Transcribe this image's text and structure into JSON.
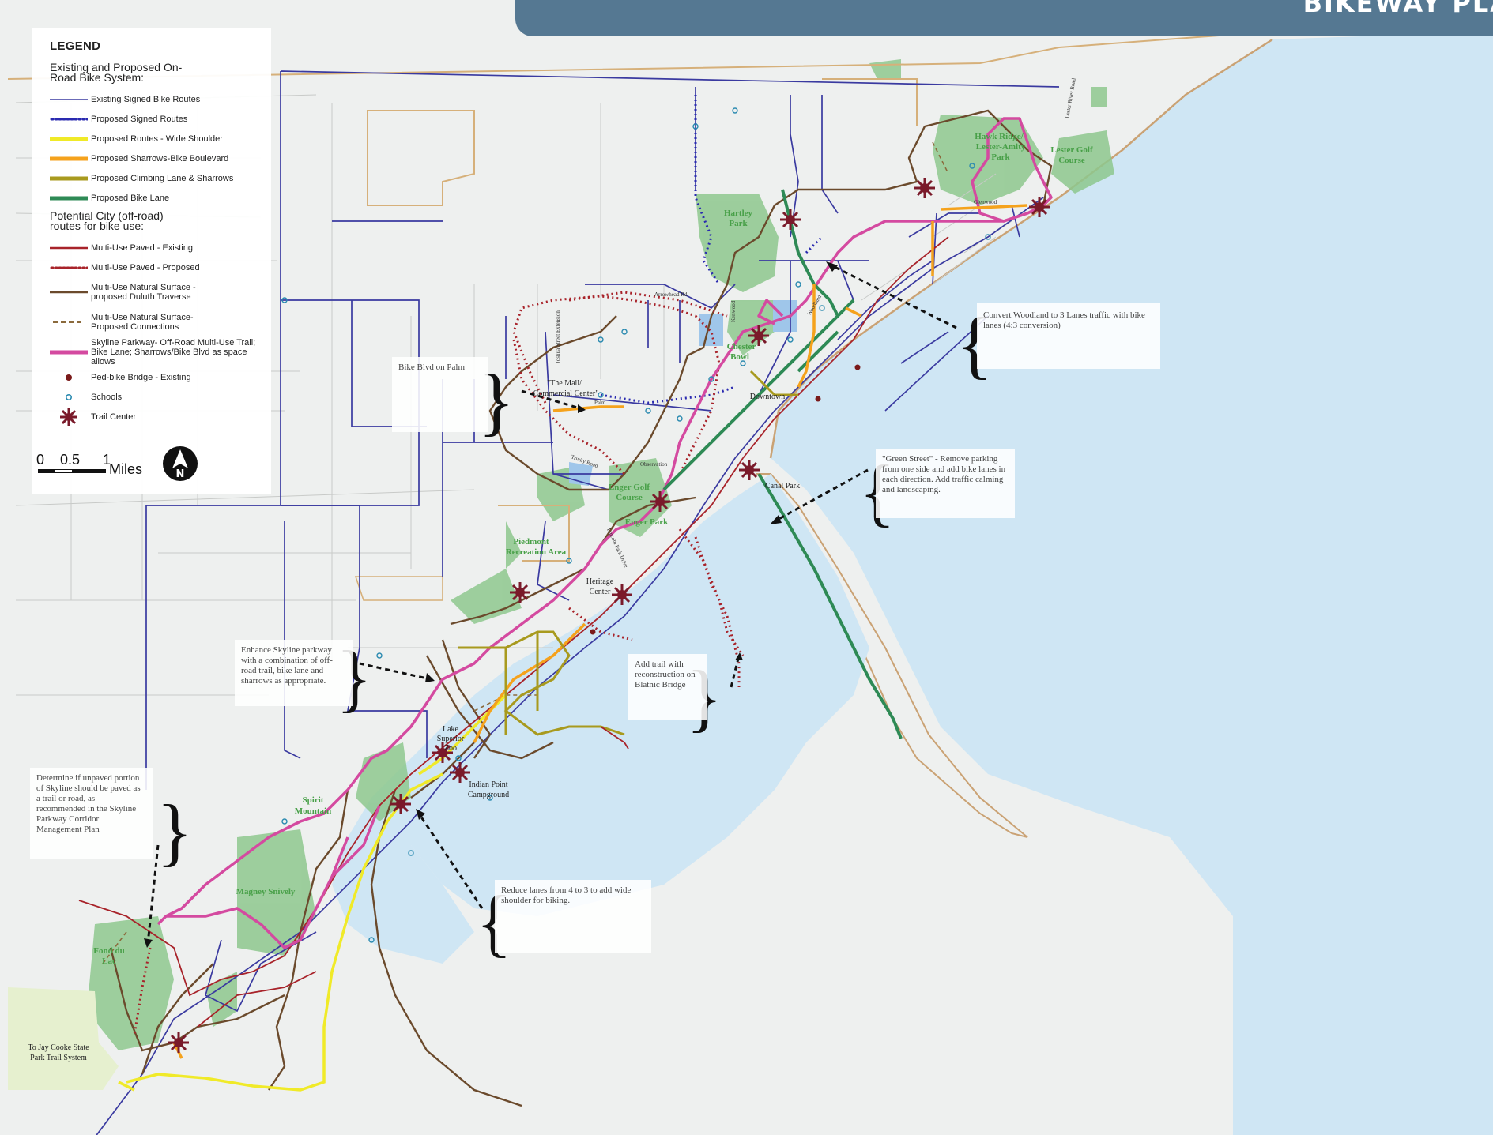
{
  "header": {
    "title": "BIKEWAY PLA"
  },
  "legend": {
    "title": "LEGEND",
    "group_on_road": "Existing and Proposed On-Road Bike System:",
    "group_off_road": "Potential City (off-road) routes for bike use:",
    "items": [
      {
        "label": "Existing Signed Bike Routes",
        "color": "#3a3aa0",
        "style": "solid-thin"
      },
      {
        "label": "Proposed Signed Routes",
        "color": "#2a2ab0",
        "style": "dotted"
      },
      {
        "label": "Proposed Routes - Wide Shoulder",
        "color": "#f0ea28",
        "style": "thick"
      },
      {
        "label": "Proposed Sharrows-Bike Boulevard",
        "color": "#f5a21c",
        "style": "thick"
      },
      {
        "label": "Proposed Climbing Lane & Sharrows",
        "color": "#a89a1e",
        "style": "thick"
      },
      {
        "label": "Proposed Bike Lane",
        "color": "#2e8a55",
        "style": "thick"
      },
      {
        "label": "Multi-Use Paved - Existing",
        "color": "#a8232a",
        "style": "solid"
      },
      {
        "label": "Multi-Use Paved - Proposed",
        "color": "#a8232a",
        "style": "dotted"
      },
      {
        "label": "Multi-Use Natural Surface - proposed Duluth Traverse",
        "color": "#6b4a2c",
        "style": "solid"
      },
      {
        "label": "Multi-Use Natural Surface- Proposed Connections",
        "color": "#8b6a3c",
        "style": "dashed"
      },
      {
        "label": "Skyline Parkway- Off-Road Multi-Use Trail; Bike Lane; Sharrows/Bike Blvd as space allows",
        "color": "#d44aa0",
        "style": "thick"
      },
      {
        "label": "Ped-bike Bridge - Existing",
        "color": "#7a1a1a",
        "style": "dot"
      },
      {
        "label": "Schools",
        "color": "#2a8ab0",
        "style": "ring"
      },
      {
        "label": "Trail Center",
        "color": "#7a1a2a",
        "style": "star"
      }
    ],
    "scale": {
      "labels": [
        "0",
        "0.5",
        "1"
      ],
      "unit": "Miles"
    }
  },
  "callouts": {
    "woodland": "Convert Woodland to 3 Lanes traffic with bike lanes (4:3 conversion)",
    "palm": "Bike Blvd on Palm",
    "green_street": "\"Green Street\" - Remove parking from one side and add bike lanes in each direction.  Add traffic calming and landscaping.",
    "skyline_enhance": "Enhance Skyline parkway with a combination of off-road trail, bike lane and sharrows as appropriate.",
    "blatnik": "Add trail with reconstruction on Blatnic Bridge",
    "unpaved": "Determine if unpaved portion of Skyline should be paved as a trail or road, as recommended in the Skyline Parkway Corridor Management Plan",
    "reduce_lanes": "Reduce lanes from 4 to 3 to add wide shoulder for biking."
  },
  "places": {
    "hawk_ridge": [
      "Hawk Ridge/",
      "Lester-Amity",
      "Park"
    ],
    "lester_golf": [
      "Lester Golf",
      "Course"
    ],
    "hartley": [
      "Hartley",
      "Park"
    ],
    "chester": [
      "Chester",
      "Bowl"
    ],
    "downtown": "Downtown",
    "canal_park": "Canal Park",
    "mall": [
      "\"The Mall/",
      "Commercial Center\""
    ],
    "enger_golf": [
      "Enger Golf",
      "Course"
    ],
    "enger_park": "Enger Park",
    "piedmont": [
      "Piedmont",
      "Recreation Area"
    ],
    "heritage": [
      "Heritage",
      "Center"
    ],
    "lake_superior_zoo": [
      "Lake",
      "Superior",
      "Zoo"
    ],
    "indian_point": [
      "Indian Point",
      "Campground"
    ],
    "spirit_mountain": [
      "Spirit",
      "Mountain"
    ],
    "magney_snively": "Magney Snively",
    "fond_du_lac": [
      "Fond du",
      "Lac"
    ],
    "jay_cooke": [
      "To Jay Cooke State",
      "Park Trail System"
    ]
  },
  "streets": {
    "glenwood": "Glenwood",
    "arrowhead": "Arrowhead Rd",
    "observation": "Observation",
    "trinity": "Trinity Road",
    "lester_river": "Lester River Road",
    "kenwood": "Kenwood",
    "woodland": "Woodland",
    "lincoln_park": "Lincoln Park Drive",
    "palm": "Palm",
    "joshua": "Joshua Street Extension"
  }
}
